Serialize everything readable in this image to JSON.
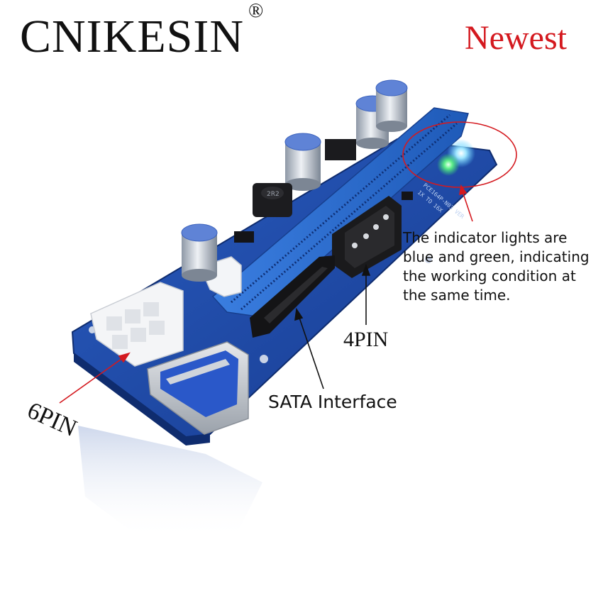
{
  "header": {
    "brand": "CNIKESIN",
    "registered_mark": "®",
    "badge": "Newest"
  },
  "callouts": {
    "indicator_note": "The indicator lights are blue and green, indicating the working condition at the same time.",
    "four_pin": "4PIN",
    "sata": "SATA Interface",
    "six_pin": "6PIN"
  },
  "board_markings": {
    "model_line_1": "PCE164P-N03 VER",
    "model_line_2": "1X TO 16X",
    "inductor_code": "2R2"
  },
  "colors": {
    "board_blue": "#1e48a8",
    "slot_blue": "#2f6fd0",
    "accent_red": "#d4191f",
    "led_blue": "#5fd0ff",
    "led_green": "#39e36a"
  }
}
